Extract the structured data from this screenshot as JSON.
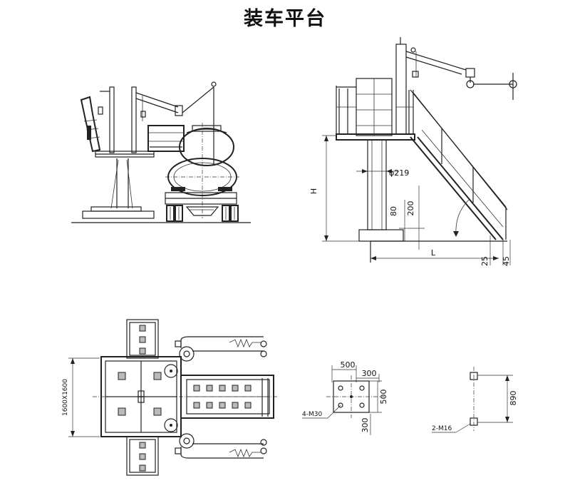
{
  "title": "装车平台",
  "side_view": {
    "height_label": "H",
    "diameter_label": "φ219",
    "dim_80": "80",
    "dim_200": "200",
    "length_label": "L",
    "dim_25": "25",
    "dim_45": "45"
  },
  "plan_view": {
    "size_label": "1600X1600"
  },
  "foundation_a": {
    "dim_500_top": "500",
    "dim_300_top": "300",
    "dim_500_side": "500",
    "dim_300_side": "300",
    "bolt_label": "4-M30"
  },
  "foundation_b": {
    "dim_890": "890",
    "bolt_label": "2-M16"
  }
}
